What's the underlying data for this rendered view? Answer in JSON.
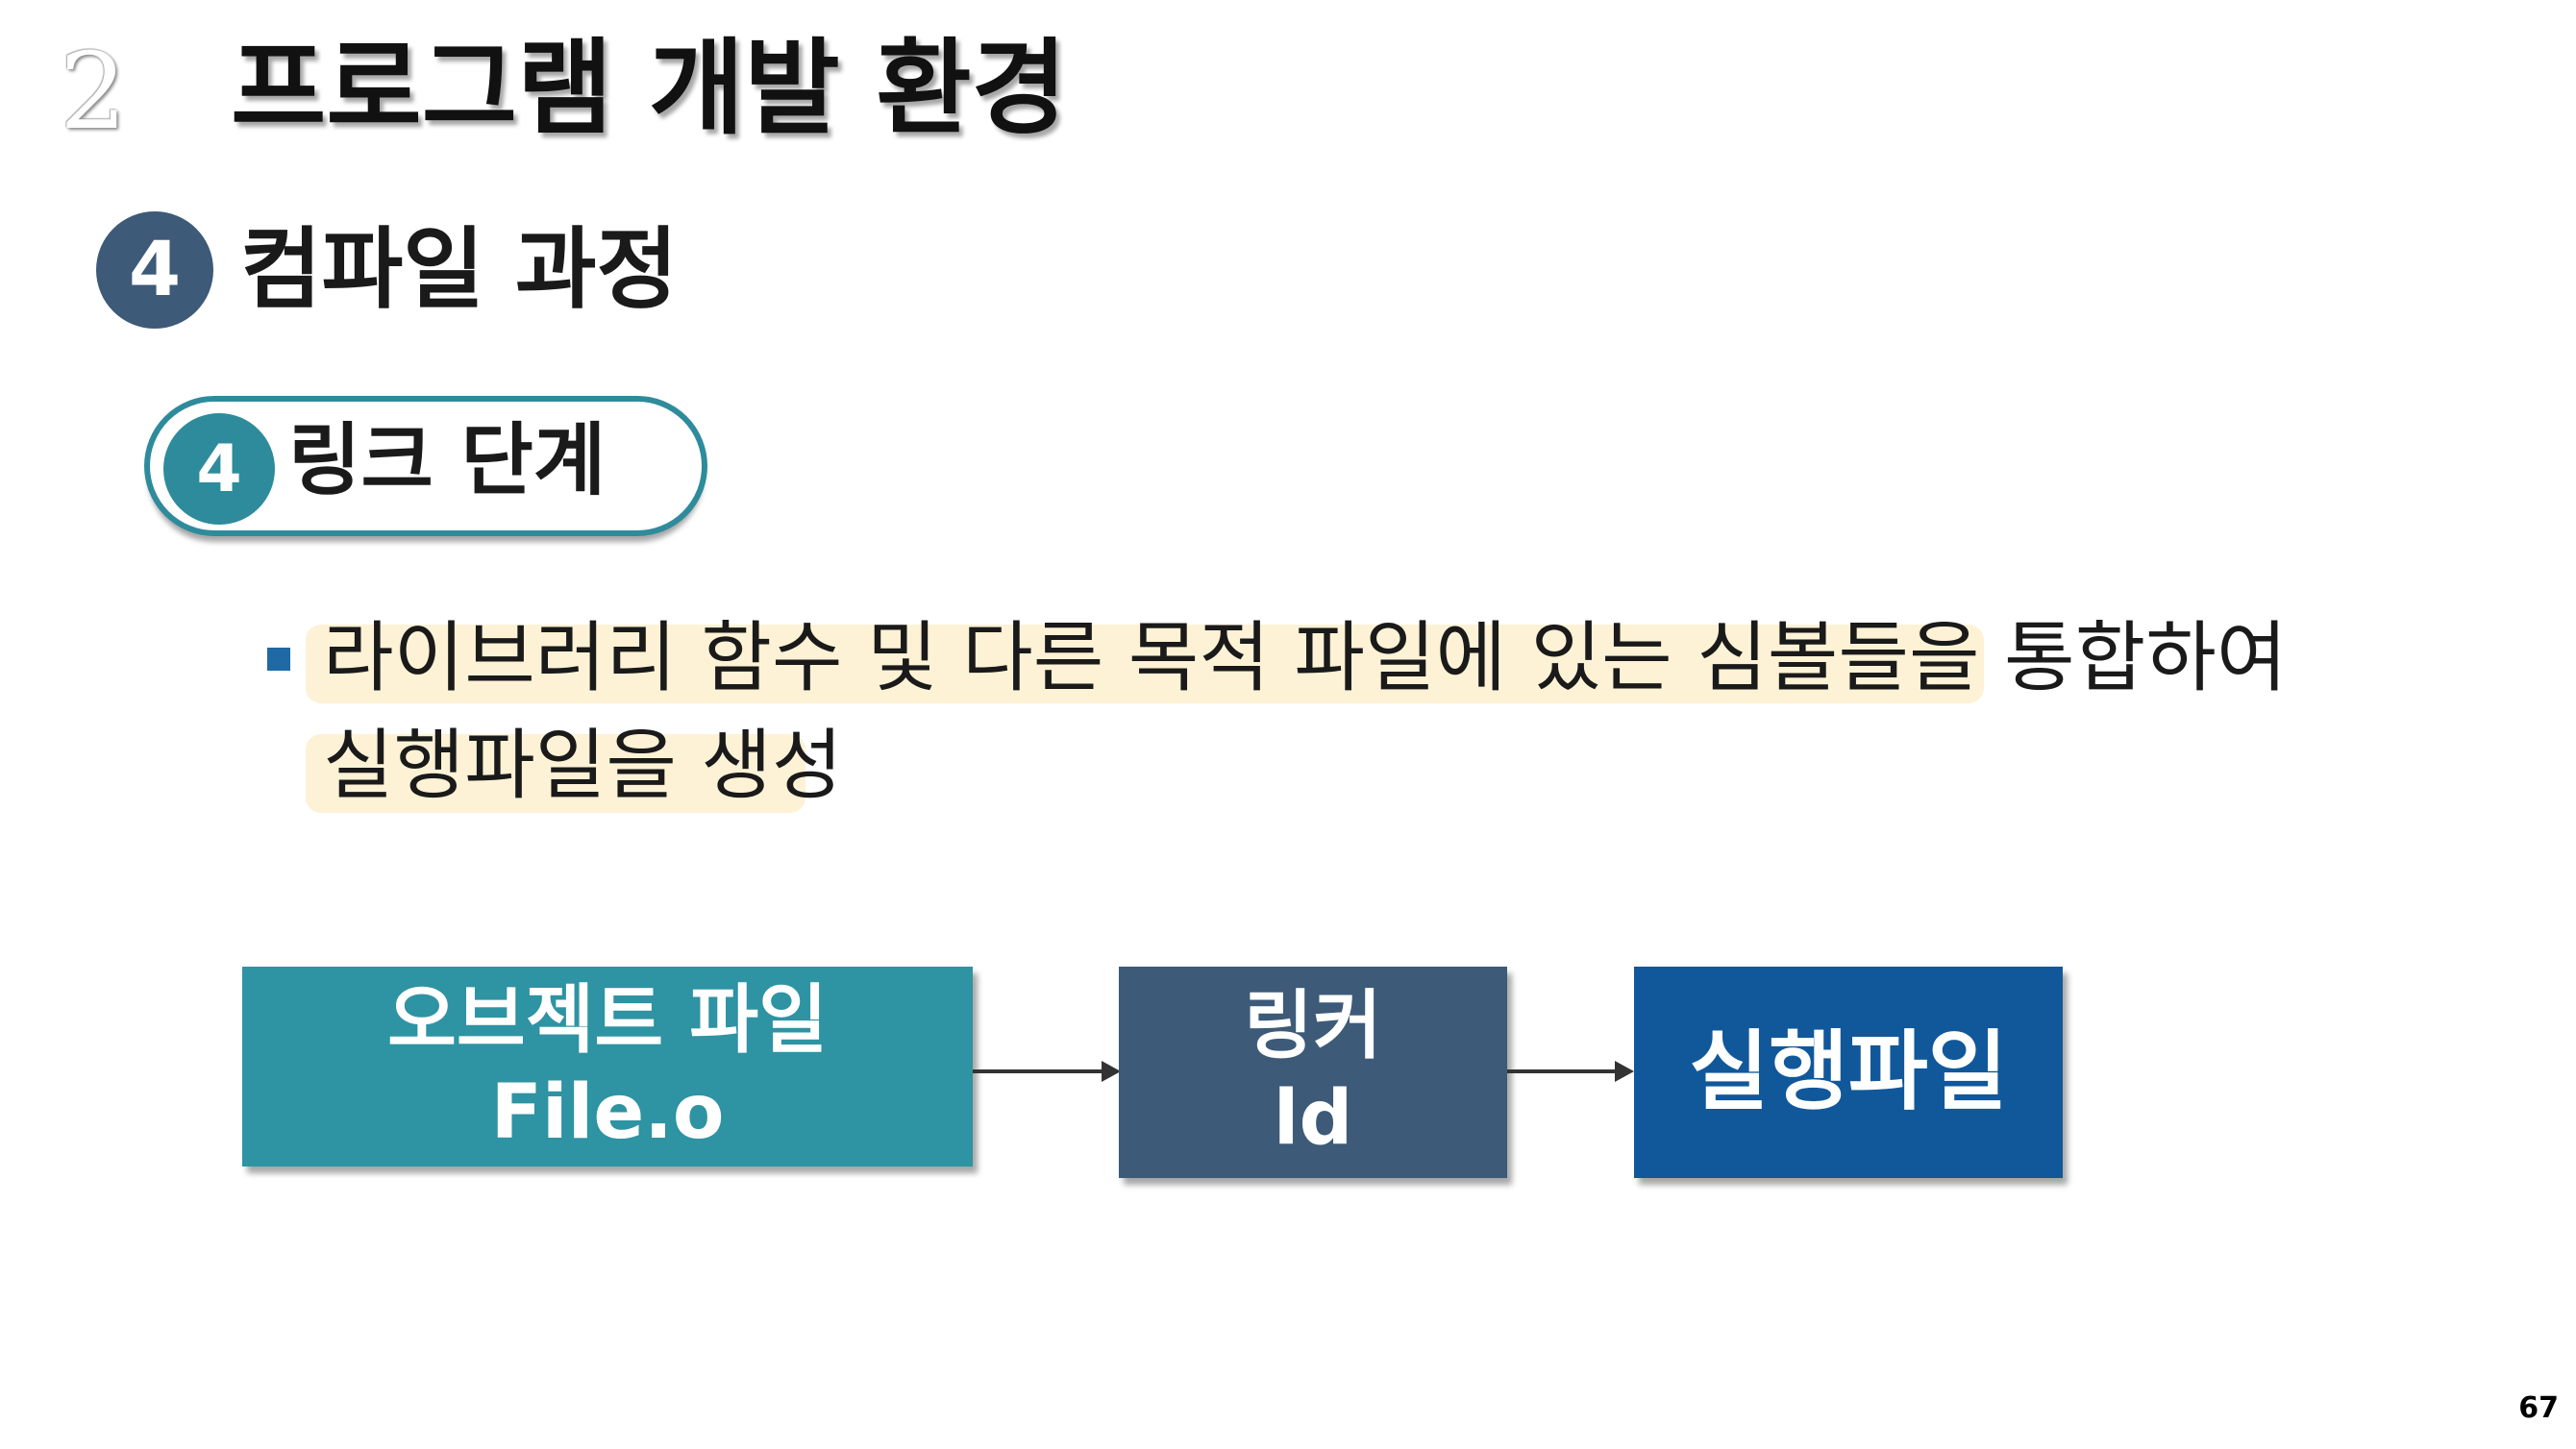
{
  "header": {
    "chapter_number": "2",
    "title": "프로그램 개발 환경"
  },
  "section": {
    "number": "4",
    "title": "컴파일 과정"
  },
  "subsection": {
    "number": "4",
    "title": "링크 단계"
  },
  "bullet": {
    "line1": "라이브러리 함수 및 다른 목적 파일에 있는 심볼들을 통합하여",
    "line2": "실행파일을 생성"
  },
  "diagram": {
    "object_file": {
      "label": "오브젝트 파일",
      "sublabel": "File.o"
    },
    "linker": {
      "label": "링커",
      "sublabel": "ld"
    },
    "executable": {
      "label": "실행파일"
    }
  },
  "footer": {
    "page_number": "67"
  },
  "colors": {
    "object_box": "#2e93a2",
    "linker_box": "#3d5a78",
    "executable_box": "#11589a",
    "accent": "#2e8b9c",
    "highlight": "#fdf2d5"
  }
}
